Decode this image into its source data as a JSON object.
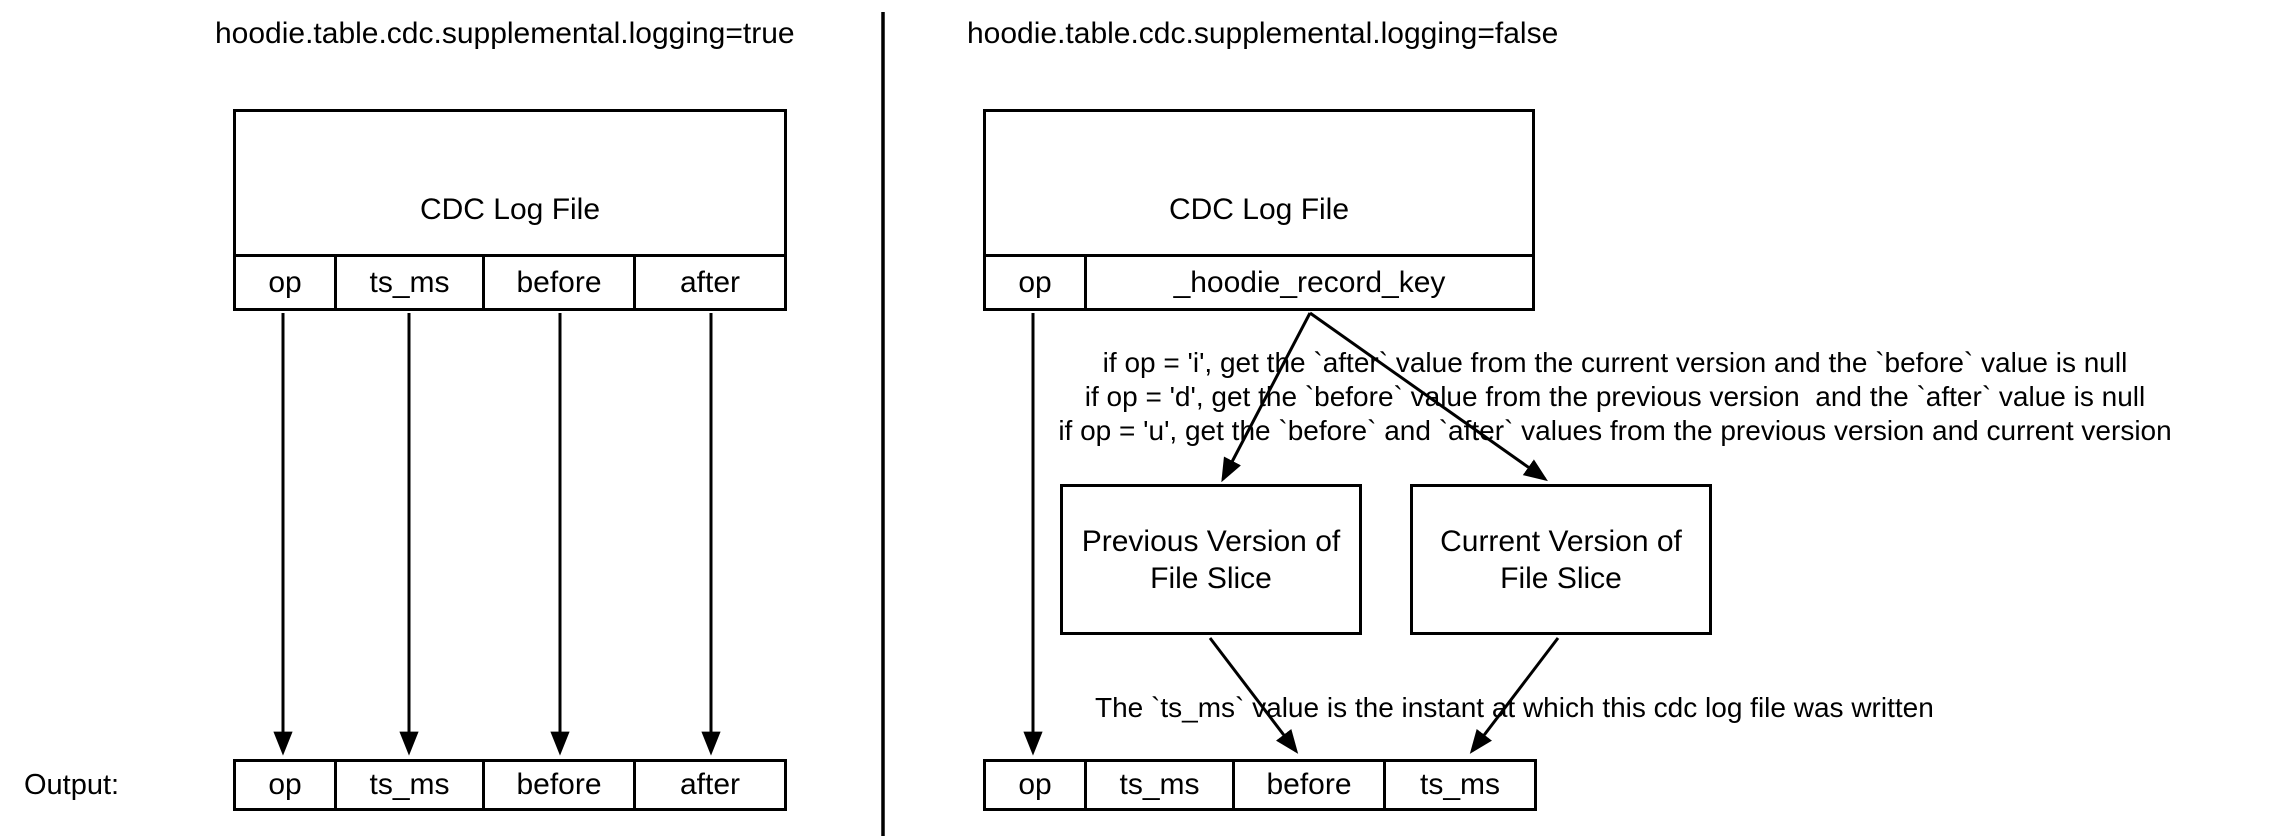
{
  "diagram": {
    "left": {
      "title": "hoodie.table.cdc.supplemental.logging=true",
      "cdc_box": {
        "title": "CDC Log File",
        "columns": [
          "op",
          "ts_ms",
          "before",
          "after"
        ]
      },
      "output_label": "Output:",
      "output_row": {
        "columns": [
          "op",
          "ts_ms",
          "before",
          "after"
        ]
      }
    },
    "right": {
      "title": "hoodie.table.cdc.supplemental.logging=false",
      "cdc_box": {
        "title": "CDC Log File",
        "columns": [
          "op",
          "_hoodie_record_key"
        ]
      },
      "op_rules": [
        "if op = 'i', get the `after` value from the current version and the `before` value is null",
        "if op = 'd', get the `before` value from the previous version  and the `after` value is null",
        "if op = 'u', get the `before` and `after` values from the previous version and current version"
      ],
      "previous_version_box": "Previous Version of\nFile Slice",
      "current_version_box": "Current Version of\nFile Slice",
      "ts_ms_note": "The `ts_ms` value is the instant at which this cdc log file was written",
      "output_row": {
        "columns": [
          "op",
          "ts_ms",
          "before",
          "ts_ms"
        ]
      }
    },
    "colors": {
      "line": "#000000",
      "text": "#000000",
      "background": "#ffffff"
    }
  }
}
